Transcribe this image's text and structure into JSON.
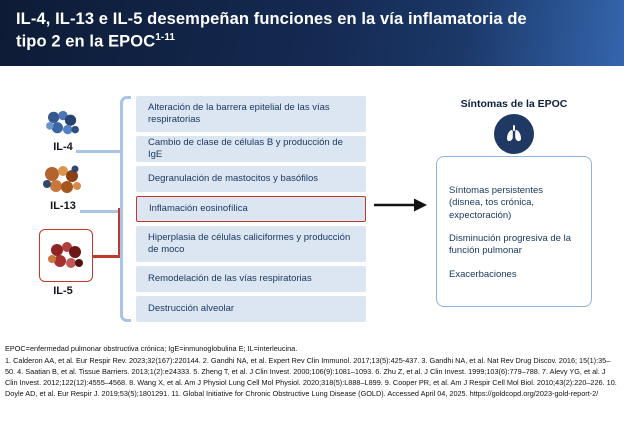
{
  "header": {
    "title": "IL-4, IL-13 e IL-5 desempeñan funciones en la vía inflamatoria de tipo 2 en la EPOC",
    "superscript": "1-11"
  },
  "interleukins": [
    {
      "label": "IL-4"
    },
    {
      "label": "IL-13"
    },
    {
      "label": "IL-5",
      "highlighted": true
    }
  ],
  "effects": [
    "Alteración de la barrera epitelial de las vías respiratorias",
    "Cambio de clase de células B y producción de IgE",
    "Degranulación de mastocitos y basófilos",
    "Inflamación eosinofílica",
    "Hiperplasia de células caliciformes y producción de moco",
    "Remodelación de las vías respiratorias",
    "Destrucción alveolar"
  ],
  "symptoms": {
    "title": "Síntomas de la EPOC",
    "items": [
      "Síntomas persistentes (disnea, tos crónica, expectoración)",
      "Disminución progresiva de la función pulmonar",
      "Exacerbaciones"
    ]
  },
  "footer": {
    "abbreviations": "EPOC=enfermedad pulmonar obstructiva crónica; IgE=inmunoglobulina E; IL=interleucina.",
    "references": "1. Calderon AA, et al. Eur Respir Rev. 2023;32(167):220144. 2. Gandhi NA, et al. Expert Rev Clin Immunol. 2017;13(5):425-437. 3. Gandhi NA, et al. Nat Rev Drug Discov. 2016; 15(1):35–50. 4. Saatian B, et al. Tissue Barriers. 2013;1(2):e24333. 5. Zheng T, et al. J Clin Invest. 2000;106(9):1081–1093. 6. Zhu Z, et al. J Clin Invest. 1999;103(6):779–788. 7. Alevy YG, et al. J Clin Invest. 2012;122(12):4555–4568. 8. Wang X, et al. Am J Physiol Lung Cell Mol Physiol. 2020;318(5):L888–L899. 9. Cooper PR, et al. Am J Respir Cell Mol Biol. 2010;43(2):220–226. 10. Doyle AD, et al. Eur Respir J. 2019;53(5);1801291. 11. Global Initiative for Chronic Obstructive Lung Disease (GOLD). Accessed April 04, 2025. https://goldcopd.org/2023-gold-report-2/"
  },
  "colors": {
    "header_navy": "#152a52",
    "header_light_blue": "#3465ad",
    "effect_box_blue": "#dce6f2",
    "bracket_blue": "#a9c4e4",
    "highlight_red": "#c0392b",
    "circle_navy": "#1f3864",
    "text_navy": "#17365d"
  }
}
